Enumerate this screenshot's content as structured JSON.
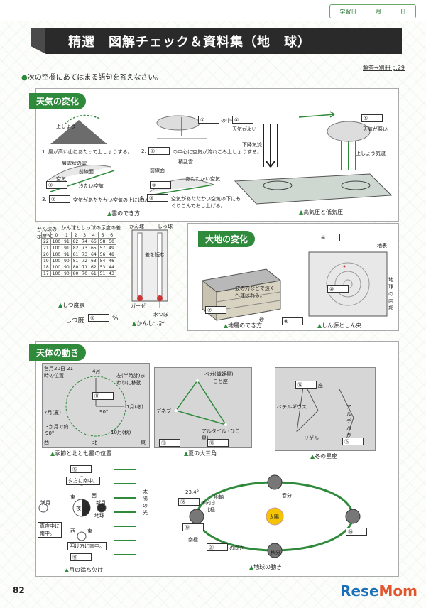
{
  "header": {
    "date_label": "学習日",
    "month_label": "月",
    "day_label": "日"
  },
  "title": "精選　図解チェック＆資料集（地　球）",
  "answer_ref": "解答→別冊 p.29",
  "instruction": "次の空欄にあてはまる語句を答えなさい。",
  "weather": {
    "heading": "天気の変化",
    "label_up": "上しょう",
    "cap1": "1. 風が高い山にあたって上しょうする。",
    "cap2": "2.",
    "cap2b": "の中心に空気が流れこみ上しょうする。",
    "label_center": "の中心",
    "b1": "①",
    "b2": "②",
    "b3": "③",
    "cap3": "3.",
    "cap3b": "空気があたたかい空気の上にはいあがる。",
    "cap4": "4.",
    "cap4b": "空気があたたかい空気の下にもぐりこんでおし上げる。",
    "air": "空気",
    "warm_front": "前線面",
    "cold_air": "冷たい空気",
    "cloud1": "層雲状の雲",
    "warm_air": "あたたかい空気",
    "cloud2": "積乱雲",
    "fig_caption": "雲のでき方",
    "b4": "④",
    "b5": "⑤",
    "good": "天気がよい",
    "bad": "天気が悪い",
    "down": "下降気流",
    "up": "上しょう気流",
    "hl_caption": "高気圧と低気圧"
  },
  "humidity": {
    "col_title": "かん球としっ球の示度の差",
    "row_title": "かん球の示度℃",
    "cols": [
      "0",
      "1",
      "2",
      "3",
      "4",
      "5",
      "6"
    ],
    "rows": [
      [
        "22",
        "100",
        "91",
        "82",
        "74",
        "66",
        "58",
        "50"
      ],
      [
        "21",
        "100",
        "91",
        "82",
        "73",
        "65",
        "57",
        "49"
      ],
      [
        "20",
        "100",
        "91",
        "81",
        "73",
        "64",
        "56",
        "48"
      ],
      [
        "19",
        "100",
        "90",
        "81",
        "72",
        "63",
        "54",
        "46"
      ],
      [
        "18",
        "100",
        "90",
        "80",
        "71",
        "62",
        "53",
        "44"
      ],
      [
        "17",
        "100",
        "90",
        "80",
        "70",
        "61",
        "51",
        "43"
      ]
    ],
    "table_caption": "しつ度表",
    "hum_label": "しつ度",
    "b6": "⑥",
    "pct": "%",
    "dry": "かん球",
    "wet": "しっ球",
    "gauze": "ガーゼ",
    "pot": "水つぼ",
    "read": "差を読む",
    "meter_caption": "かんしつ計"
  },
  "land": {
    "heading": "大地の変化",
    "force": "波の力などで遠くへ運ばれる。",
    "sand": "砂",
    "b7": "⑦",
    "b8": "⑧",
    "b9": "⑨",
    "b10": "⑩",
    "surface": "地表",
    "inside": "地球の内部",
    "cap1": "地層のでき方",
    "cap2": "しん源としん央"
  },
  "sky": {
    "heading": "天体の動き",
    "dates": "各月20日 21時の位置",
    "apr": "4月",
    "jan": "1月(冬)",
    "jul": "7月(夏)",
    "oct": "10月(秋)",
    "three": "3か月で約90°",
    "rot": "左(半時計)まわりに移動",
    "ang": "90°",
    "west": "西",
    "north": "北",
    "east": "東",
    "b11": "⑪",
    "b12": "⑫",
    "b13": "⑬",
    "b14": "⑭",
    "b15": "⑮",
    "vega": "ベガ(織姫星)",
    "lyra": "こと座",
    "deneb": "デネブ",
    "altair": "アルタイル (ひこ星)",
    "betel": "ベテルギウス",
    "ald": "アルデバラン",
    "rigel": "リゲル",
    "cap1": "季節と北と七星の位置",
    "cap2": "夏の大三角",
    "cap3": "冬の星座",
    "zodiac": "座"
  },
  "moon": {
    "b16": "⑯",
    "b17": "⑰",
    "b18": "⑱",
    "b19": "⑲",
    "b20": "⑳",
    "b21": "㉑",
    "south_eve": "夕方に南中。",
    "south_dawn": "明け方に南中。",
    "full": "満月",
    "new": "新月",
    "night": "夜",
    "day": "昼",
    "earth": "地球",
    "midnight": "真夜中に南中。",
    "east": "東",
    "west": "西",
    "west2": "西",
    "east2": "東",
    "sun_light": "太陽の光",
    "cap": "月の満ち欠け",
    "tilt": "23.4°",
    "axis": "地軸",
    "npole": "北極",
    "spole": "南極",
    "direction": "の向き",
    "spring": "春分",
    "autumn": "秋分",
    "sun": "太陽",
    "ecap": "地球の動き"
  },
  "page_num": "82",
  "logo": {
    "a": "Rese",
    "b": "Mom"
  }
}
